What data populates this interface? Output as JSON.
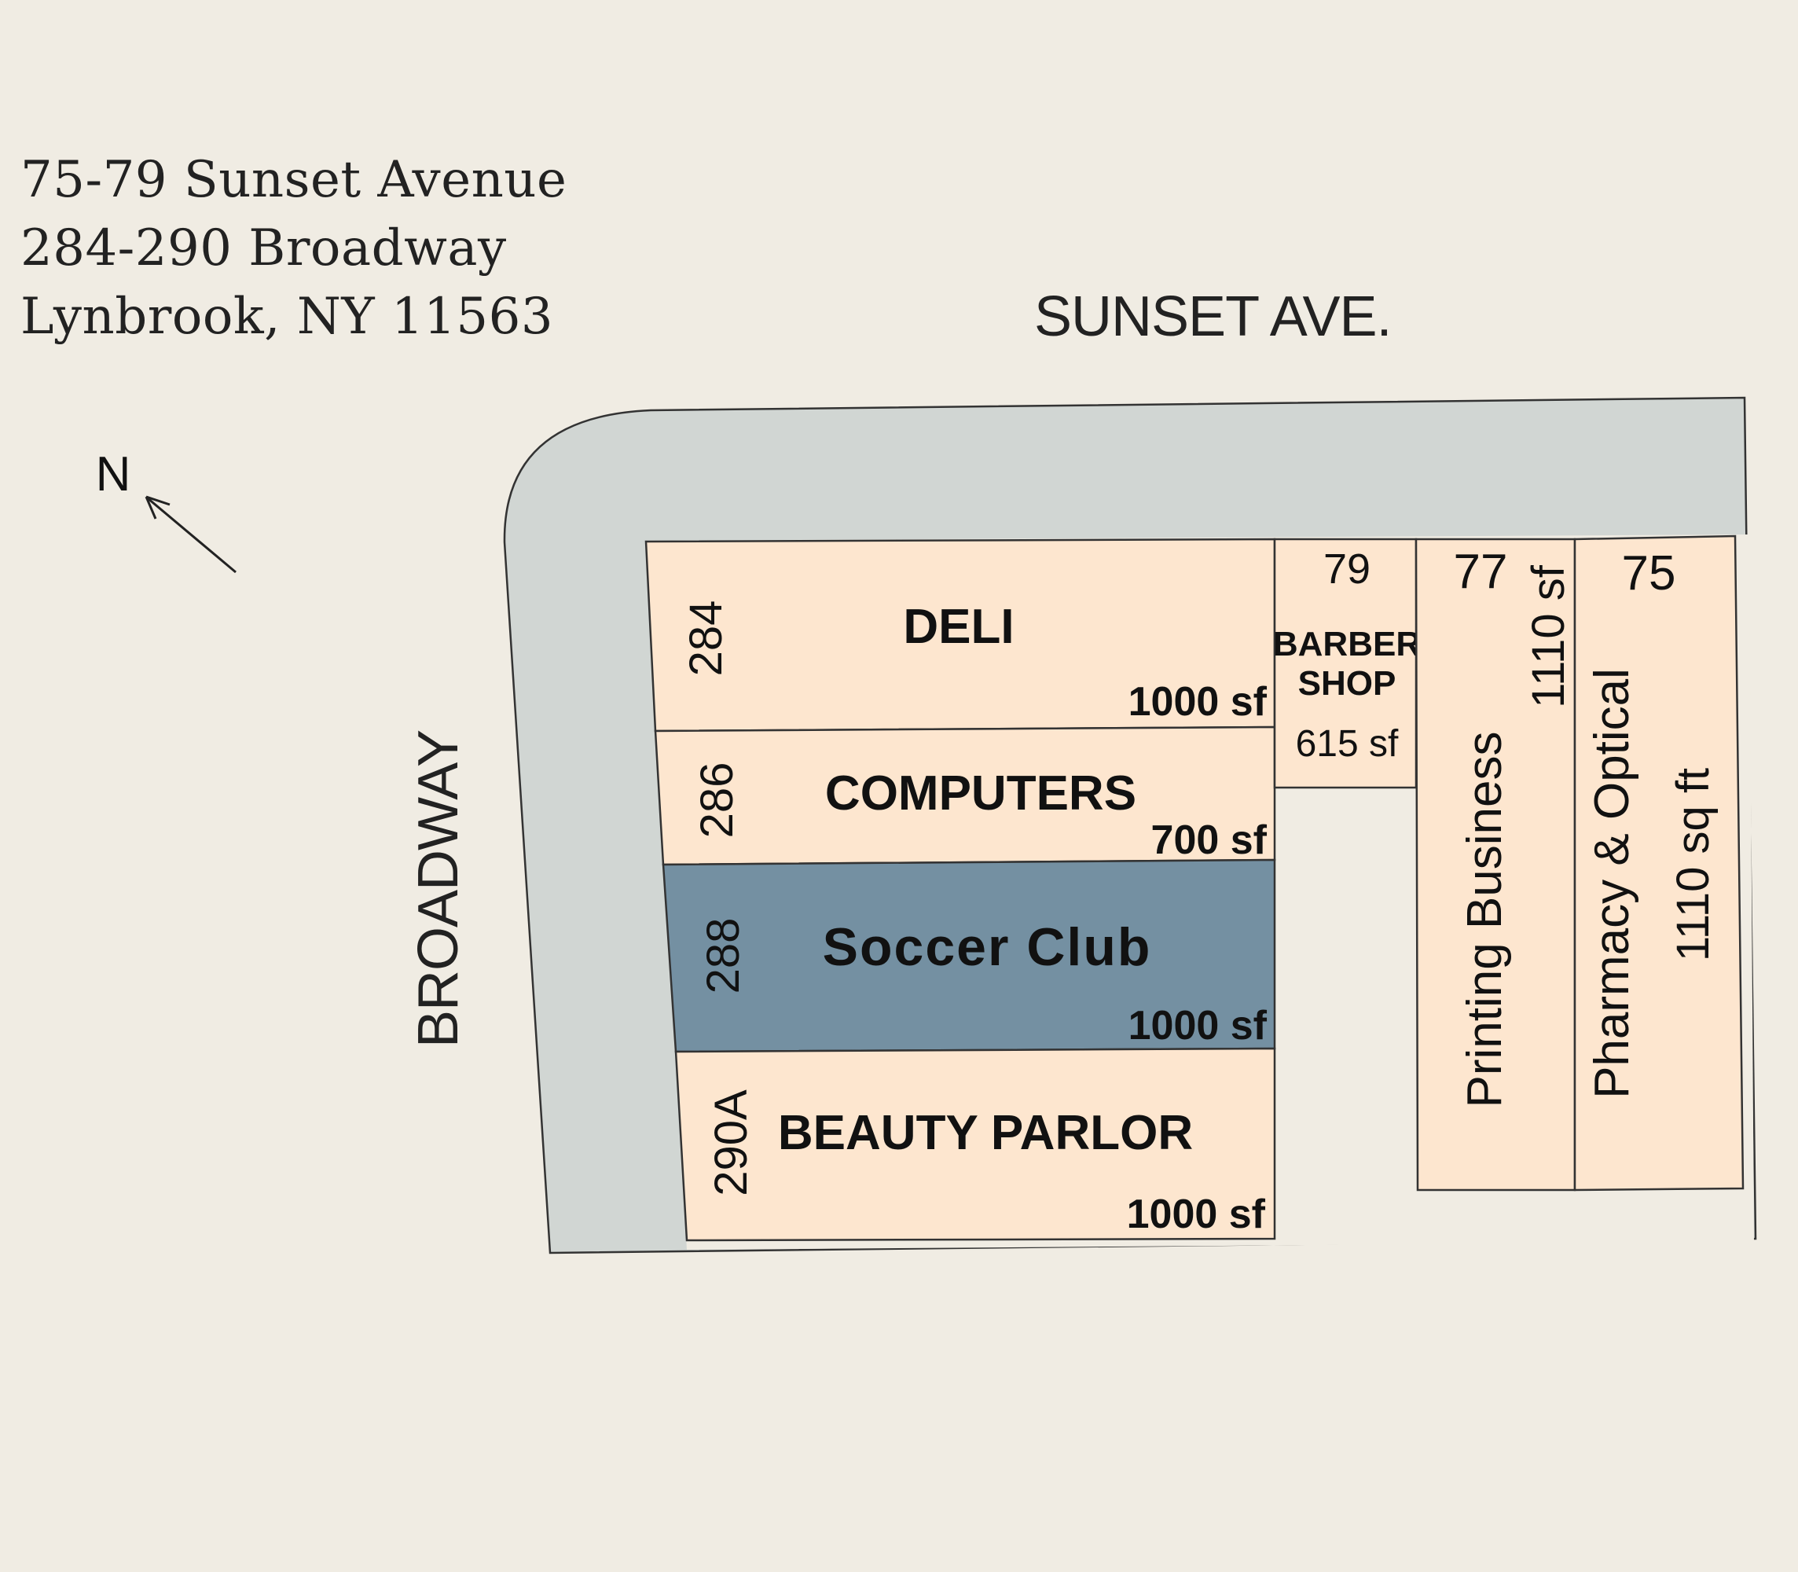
{
  "address": {
    "line1": "75-79 Sunset Avenue",
    "line2": "284-290 Broadway",
    "line3": "Lynbrook, NY 11563"
  },
  "streets": {
    "north": "SUNSET AVE.",
    "west": "BROADWAY"
  },
  "compass": {
    "label": "N"
  },
  "colors": {
    "background": "#f0ece3",
    "sidewalk": "#d1d6d3",
    "unit_fill": "#fde6cf",
    "highlight_fill": "#7490a2",
    "outline": "#333333"
  },
  "units": [
    {
      "number": "284",
      "tenant": "DELI",
      "area": "1000 sf",
      "highlighted": false
    },
    {
      "number": "286",
      "tenant": "COMPUTERS",
      "area": "700 sf",
      "highlighted": false
    },
    {
      "number": "288",
      "tenant": "Soccer Club",
      "area": "1000 sf",
      "highlighted": true
    },
    {
      "number": "290A",
      "tenant": "BEAUTY PARLOR",
      "area": "1000 sf",
      "highlighted": false
    },
    {
      "number": "79",
      "tenant_line1": "BARBER",
      "tenant_line2": "SHOP",
      "area": "615 sf",
      "highlighted": false
    },
    {
      "number": "77",
      "tenant": "Printing Business",
      "area": "1110 sf",
      "highlighted": false
    },
    {
      "number": "75",
      "tenant": "Pharmacy & Optical",
      "area": "1110 sq ft",
      "highlighted": false
    }
  ]
}
